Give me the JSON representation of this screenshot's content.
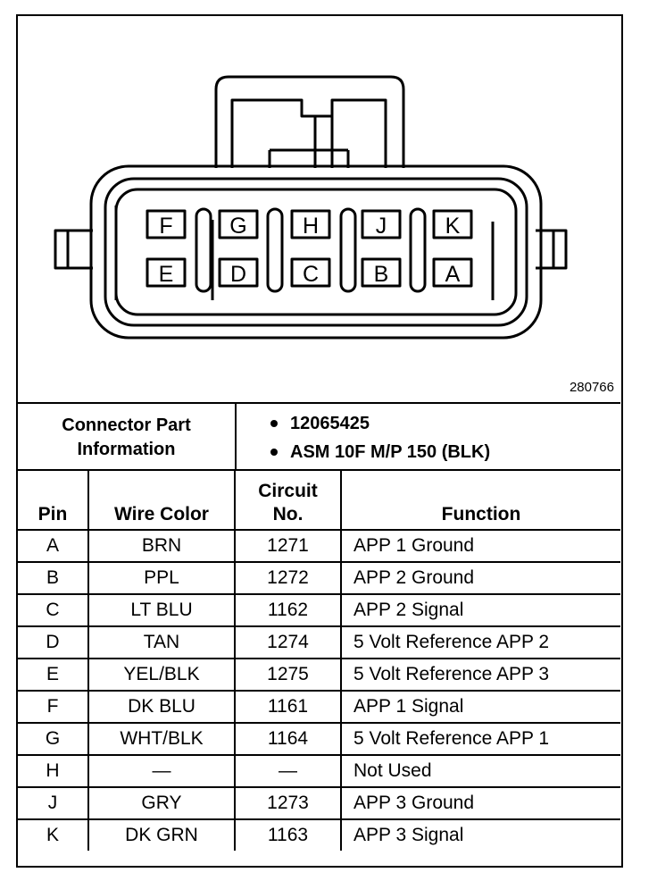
{
  "figure_number": "280766",
  "pin_labels": [
    "F",
    "G",
    "H",
    "J",
    "K",
    "E",
    "D",
    "C",
    "B",
    "A"
  ],
  "connector_info": {
    "label_line1": "Connector Part",
    "label_line2": "Information",
    "items": [
      "12065425",
      "ASM 10F M/P 150 (BLK)"
    ]
  },
  "table": {
    "headers": {
      "pin": "Pin",
      "wire_color": "Wire Color",
      "circuit_line1": "Circuit",
      "circuit_line2": "No.",
      "function": "Function"
    },
    "rows": [
      {
        "pin": "A",
        "wire_color": "BRN",
        "circuit": "1271",
        "function": "APP 1 Ground"
      },
      {
        "pin": "B",
        "wire_color": "PPL",
        "circuit": "1272",
        "function": "APP 2 Ground"
      },
      {
        "pin": "C",
        "wire_color": "LT BLU",
        "circuit": "1162",
        "function": "APP 2 Signal"
      },
      {
        "pin": "D",
        "wire_color": "TAN",
        "circuit": "1274",
        "function": "5 Volt Reference APP 2"
      },
      {
        "pin": "E",
        "wire_color": "YEL/BLK",
        "circuit": "1275",
        "function": "5 Volt Reference APP 3"
      },
      {
        "pin": "F",
        "wire_color": "DK BLU",
        "circuit": "1161",
        "function": "APP 1 Signal"
      },
      {
        "pin": "G",
        "wire_color": "WHT/BLK",
        "circuit": "1164",
        "function": "5 Volt Reference APP 1"
      },
      {
        "pin": "H",
        "wire_color": "—",
        "circuit": "—",
        "function": "Not Used"
      },
      {
        "pin": "J",
        "wire_color": "GRY",
        "circuit": "1273",
        "function": "APP 3 Ground"
      },
      {
        "pin": "K",
        "wire_color": "DK GRN",
        "circuit": "1163",
        "function": "APP 3 Signal"
      }
    ]
  }
}
